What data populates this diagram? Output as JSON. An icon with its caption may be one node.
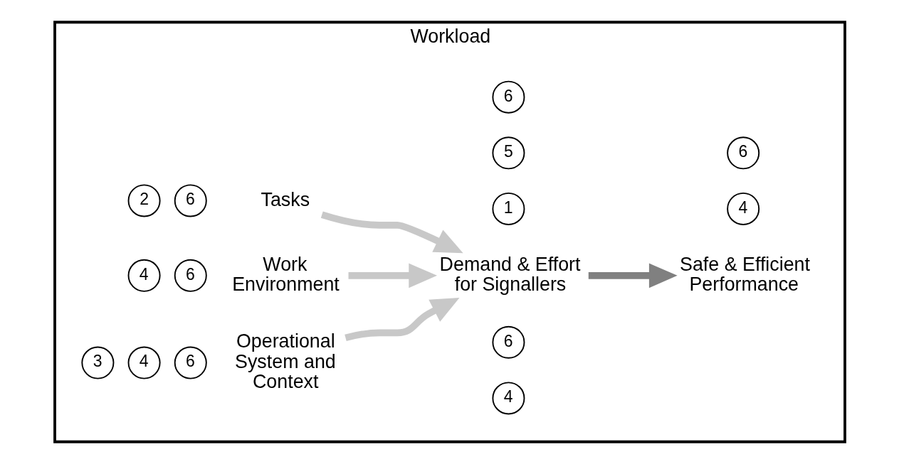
{
  "diagram": {
    "nodes": [
      {
        "text": [
          "Workload"
        ]
      },
      {
        "text": [
          "4"
        ],
        "in": 0
      },
      {
        "text": [
          "6"
        ],
        "in": 0
      },
      {
        "text": [
          "2"
        ],
        "in": 0
      },
      {
        "text": [
          "6"
        ],
        "in": 0
      },
      {
        "text": [
          "Tasks"
        ],
        "in": 0
      },
      {
        "text": [
          "4"
        ],
        "in": 0
      },
      {
        "text": [
          "6"
        ],
        "in": 0
      },
      {
        "text": [
          "Work Environment"
        ],
        "in": 0
      },
      {
        "text": [
          "Demand & Effort for Signallers"
        ],
        "in": 0
      },
      {
        "text": [
          "Safe & Efficient Performance"
        ],
        "in": 0
      },
      {
        "text": [
          "1"
        ],
        "in": 0
      },
      {
        "text": [
          "5"
        ],
        "in": 0
      },
      {
        "text": [
          "4"
        ],
        "in": 0
      },
      {
        "text": [
          "6"
        ],
        "in": 0
      },
      {
        "text": [
          "6"
        ],
        "in": 0
      },
      {
        "text": [
          "Operational System and Context"
        ],
        "in": 0
      },
      {
        "text": [
          "3"
        ],
        "in": 0
      },
      {
        "text": [
          "4"
        ],
        "in": 0
      },
      {
        "text": [
          "6"
        ],
        "in": 0
      }
    ],
    "edges": [
      {
        "from": 5,
        "to": 9,
        "arrow": "to"
      },
      {
        "from": 8,
        "to": 9,
        "arrow": "to"
      },
      {
        "from": 16,
        "to": 9,
        "arrow": "to"
      },
      {
        "from": 9,
        "to": 10,
        "arrow": "to",
        "color": "#808080"
      }
    ]
  }
}
